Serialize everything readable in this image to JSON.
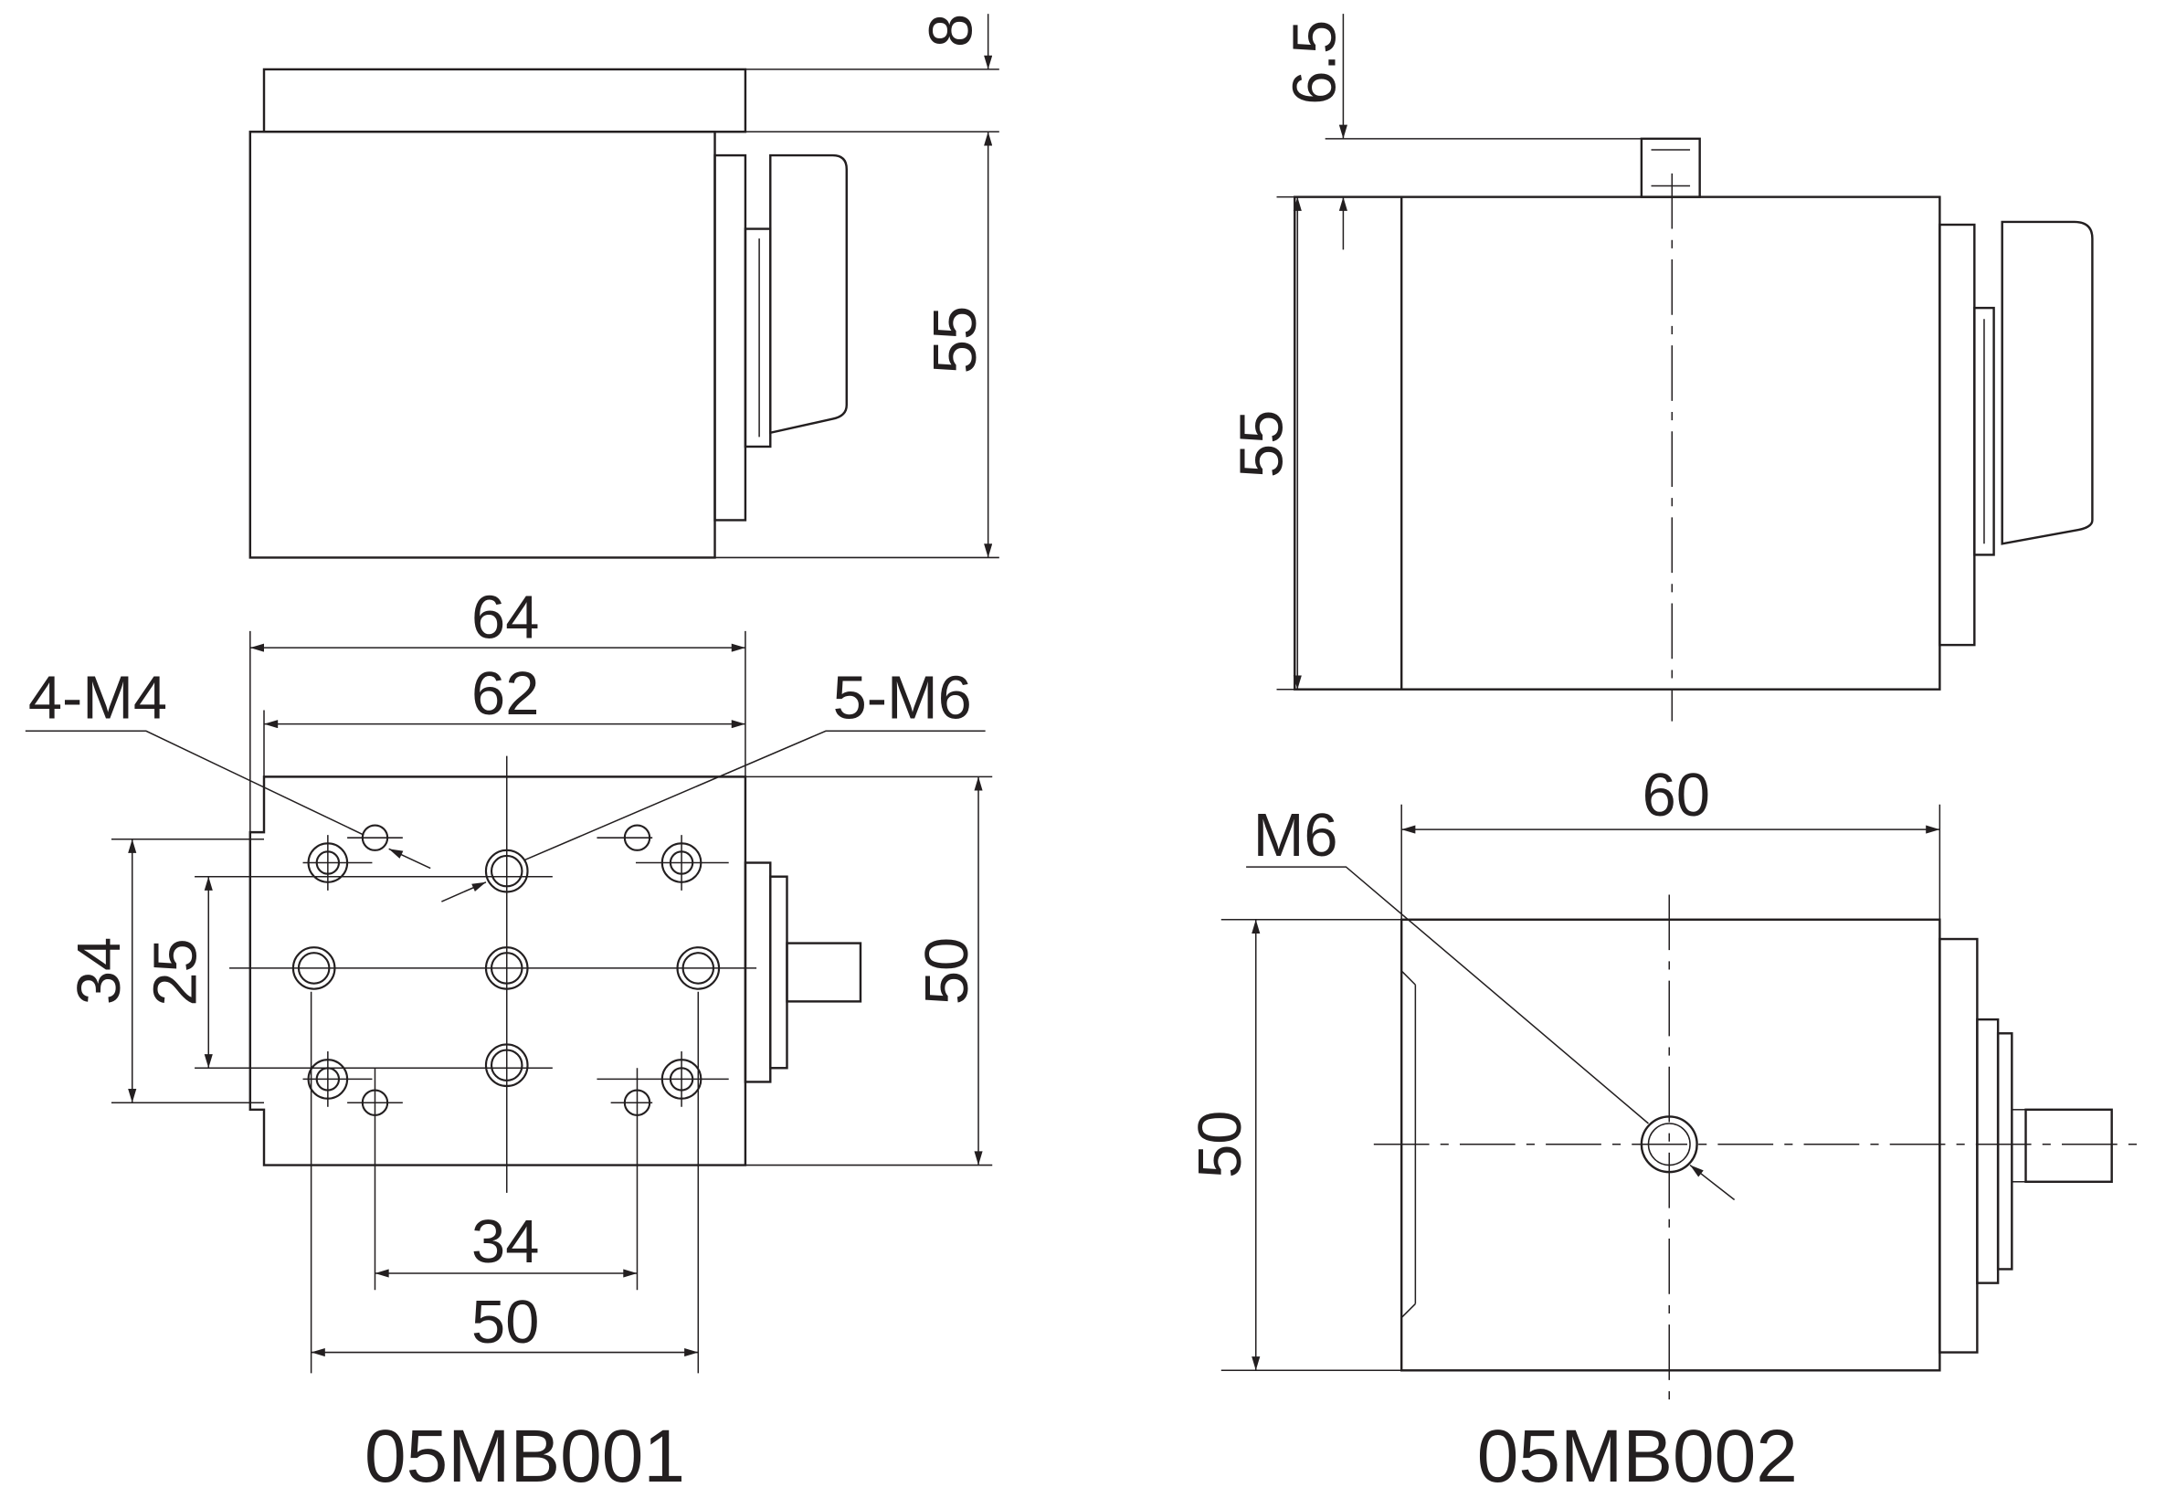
{
  "drawing_a": {
    "title": "05MB001",
    "dims": {
      "cover": "8",
      "height": "55",
      "width_outer": "64",
      "width_inner": "62",
      "hole_v_outer": "34",
      "hole_v_inner": "25",
      "depth": "50",
      "hole_h_inner": "34",
      "hole_h_outer": "50"
    },
    "callouts": {
      "small_holes": "4-M4",
      "large_holes": "5-M6"
    }
  },
  "drawing_b": {
    "title": "05MB002",
    "dims": {
      "fitting": "6.5",
      "height": "55",
      "width": "60",
      "depth": "50"
    },
    "callouts": {
      "center_hole": "M6"
    }
  },
  "colors": {
    "line": "#231f20",
    "background": "#ffffff"
  }
}
